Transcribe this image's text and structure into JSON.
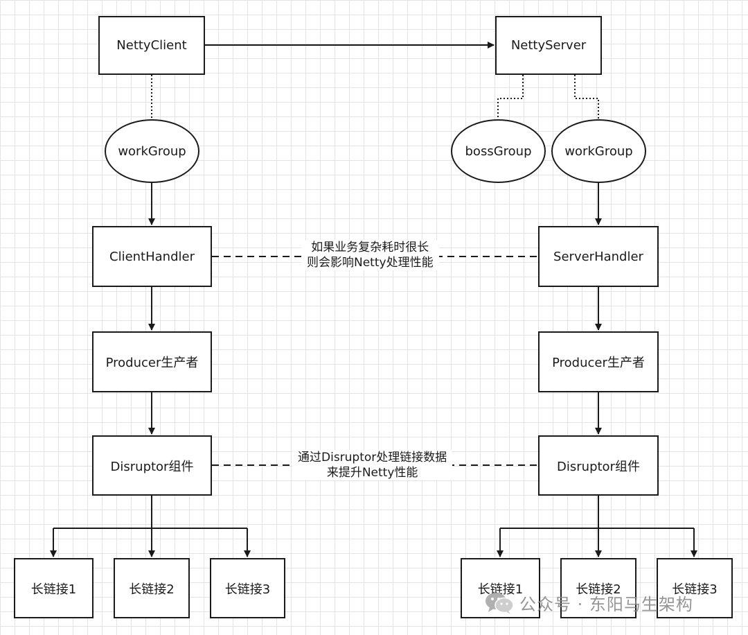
{
  "left": {
    "client": "NettyClient",
    "work_group": "workGroup",
    "handler": "ClientHandler",
    "producer": "Producer生产者",
    "disruptor": "Disruptor组件",
    "links": [
      "长链接1",
      "长链接2",
      "长链接3"
    ]
  },
  "right": {
    "server": "NettyServer",
    "boss_group": "bossGroup",
    "work_group": "workGroup",
    "handler": "ServerHandler",
    "producer": "Producer生产者",
    "disruptor": "Disruptor组件",
    "links": [
      "长链接1",
      "长链接2",
      "长链接3"
    ]
  },
  "notes": {
    "handler_line1": "如果业务复杂耗时很长",
    "handler_line2": "则会影响Netty处理性能",
    "disruptor_line1": "通过Disruptor处理链接数据",
    "disruptor_line2": "来提升Netty性能"
  },
  "watermark": {
    "text": "公众号 · 东阳马生架构",
    "icon": "wechat-icon"
  },
  "colors": {
    "stroke": "#1a1a1a",
    "grid": "#e3e3e3",
    "watermark": "#8a8a8a"
  }
}
